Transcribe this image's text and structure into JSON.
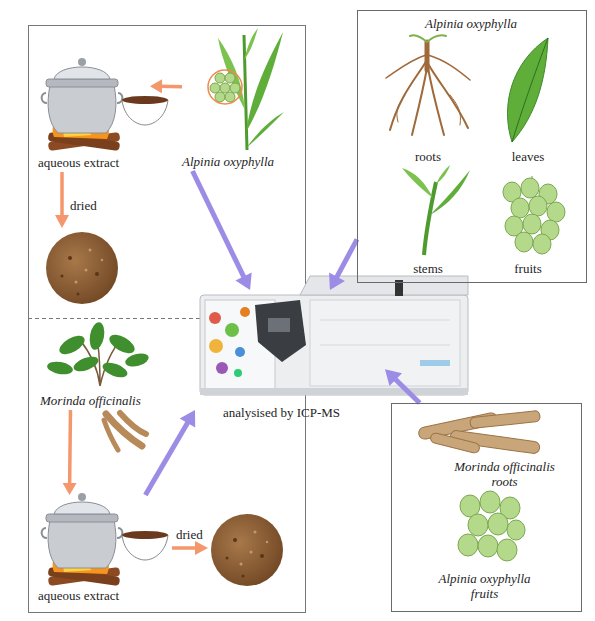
{
  "diagram": {
    "nodes": [
      {
        "text": [
          "Alpinia oxyphylla"
        ]
      },
      {
        "text": [
          "aqueous extract"
        ]
      },
      {
        "text": [
          "Morinda officinalis"
        ]
      },
      {
        "text": [
          "aqueous extract"
        ]
      },
      {
        "text": [
          "Alpinia oxyphylla",
          "roots",
          "leaves",
          "stems",
          "fruits"
        ]
      },
      {
        "text": [
          "Morinda officinalis roots",
          "Alpinia oxyphylla fruits"
        ]
      },
      {
        "text": [
          "analysised by ICP-MS"
        ]
      }
    ],
    "edges": [
      {
        "from": 0,
        "to": 1,
        "arrow": "to"
      },
      {
        "from": 2,
        "to": 3,
        "arrow": "to"
      },
      {
        "from": 0,
        "to": 6,
        "arrow": "to"
      },
      {
        "from": 3,
        "to": 6,
        "arrow": "to"
      },
      {
        "from": 4,
        "to": 6,
        "arrow": "to"
      },
      {
        "from": 5,
        "to": 6,
        "arrow": "to"
      }
    ],
    "labels": [
      "dried",
      "dried"
    ]
  }
}
